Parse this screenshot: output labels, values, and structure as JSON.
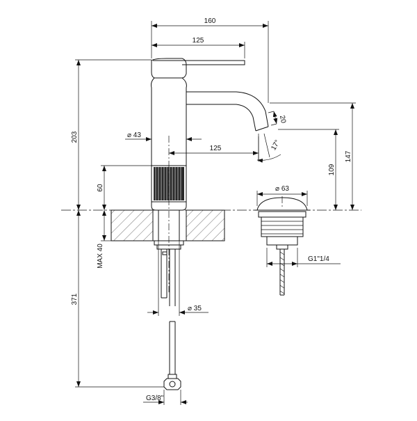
{
  "dimensions": {
    "overall_width": "160",
    "handle_length": "125",
    "body_height": "203",
    "body_diameter": "⌀ 43",
    "spout_reach": "125",
    "base_height": "60",
    "spout_outlet_height": "109",
    "spout_top_height": "147",
    "spout_outlet_size": "20",
    "spout_angle": "17°",
    "waste_diameter": "⌀ 63",
    "waste_thread": "G1\"1/4",
    "max_deck_thickness": "MAX 40",
    "hose_length": "371",
    "shank_diameter": "⌀ 35",
    "hose_connection": "G3/8\""
  }
}
